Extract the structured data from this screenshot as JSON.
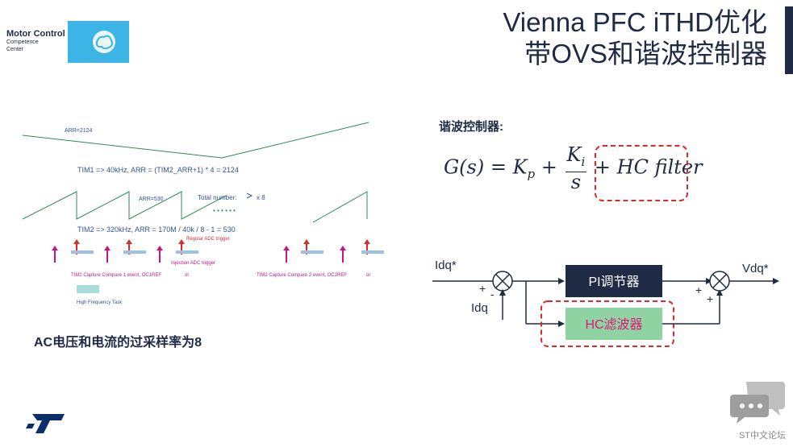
{
  "logo": {
    "line1": "Motor Control",
    "line2": "Competence",
    "line3": "Center",
    "icon": "brain-icon"
  },
  "title": {
    "line1": "Vienna PFC iTHD优化",
    "line2": "带OVS和谐波控制器"
  },
  "timing": {
    "arr1": "ARR=2124",
    "tim1": "TIM1 => 40kHz, ARR = (TIM2_ARR+1) * 4 = 2124",
    "arr2": "ARR=530",
    "total": "Total number:",
    "x8": "x 8",
    "dots": "• • • • • •",
    "tim2": "TIM2 => 320kHz, ARR = 170M / 40k / 8 - 1 = 530",
    "regular_trigger": "Regular ADC trigger",
    "injection_trigger": "Injection ADC trigger",
    "cc1": "TIM2 Capture Compare 1 event, OC1REF",
    "cc2": "TIM2 Capture Compare 2 event, OC2REF",
    "or": "or",
    "hf_task": "High Frequency Task"
  },
  "ac_caption": "AC电压和电流的过采样率为8",
  "harmonic": {
    "title": "谐波控制器:",
    "formula_lhs": "G(s) = K",
    "kp_sub": "p",
    "plus": "+",
    "ki": "K",
    "ki_sub": "i",
    "s": "s",
    "hc": "HC filter"
  },
  "block": {
    "idq_star": "Idq*",
    "idq": "Idq",
    "plus": "+",
    "minus": "-",
    "pi": "PI调节器",
    "hc": "HC滤波器",
    "vdq_star": "Vdq*"
  },
  "forum": "ST中文论坛",
  "colors": {
    "navy": "#1f2a44",
    "accent": "#3cb4e6",
    "red": "#d92b2b",
    "green_wave": "#2e8b57",
    "hc_fill": "#90d3a3",
    "hc_text": "#e0177a"
  }
}
